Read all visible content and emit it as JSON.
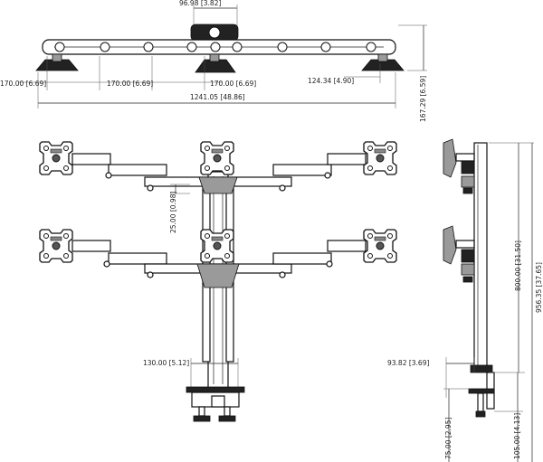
{
  "dimensions": {
    "top_width": "96.98 [3.82]",
    "arm_seg_left": "170.00 [6.69]",
    "arm_seg_mid": "170.00 [6.69]",
    "arm_seg_right": "170.00 [6.69]",
    "end_offset": "124.34 [4.90]",
    "overall_width": "1241.05 [48.86]",
    "top_depth": "167.29 [6.59]",
    "vertical_gap": "25.00 [0.98]",
    "base_width": "130.00 [5.12]",
    "side_clamp_width": "93.82 [3.69]",
    "pole_height": "800.00 [31.50]",
    "overall_height": "956.35 [37.65]",
    "clamp_depth": "75.00 [2.95]",
    "clamp_height": "105.00 [4.13]"
  }
}
